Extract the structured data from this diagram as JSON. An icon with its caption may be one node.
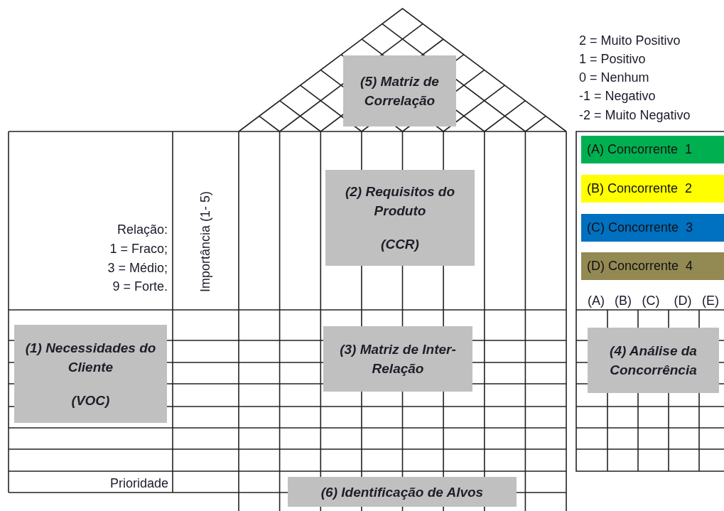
{
  "diagram": {
    "nodes": [
      {
        "text": [
          "(5) Matriz de Correlação"
        ]
      },
      {
        "text": [
          "(2) Requisitos do Produto",
          "(CCR)"
        ]
      },
      {
        "text": [
          "(1) Necessidades do Cliente",
          "(VOC)"
        ]
      },
      {
        "text": [
          "(3) Matriz de Inter-Relação"
        ]
      },
      {
        "text": [
          "(4) Análise da Concorrência"
        ]
      },
      {
        "text": [
          "(6) Identificação  de Alvos"
        ]
      }
    ],
    "labels": [
      "2 = Muito Positivo",
      "1 = Positivo",
      "0 = Nenhum",
      "-1 = Negativo",
      "-2 = Muito Negativo",
      "Relação:",
      "1 = Fraco;",
      "3 = Médio;",
      "9 = Forte.",
      "Importância (1- 5)",
      "(A)",
      "(B)",
      "(C)",
      "(D)",
      "(E)",
      "Prioridade"
    ],
    "legend": [
      {
        "text": "(A) Concorrente  1",
        "color": "#00b050"
      },
      {
        "text": "(B) Concorrente  2",
        "color": "#ffff00"
      },
      {
        "text": "(C) Concorrente  3",
        "color": "#0070c0"
      },
      {
        "text": "(D) Concorrente  4",
        "color": "#938953"
      }
    ]
  }
}
